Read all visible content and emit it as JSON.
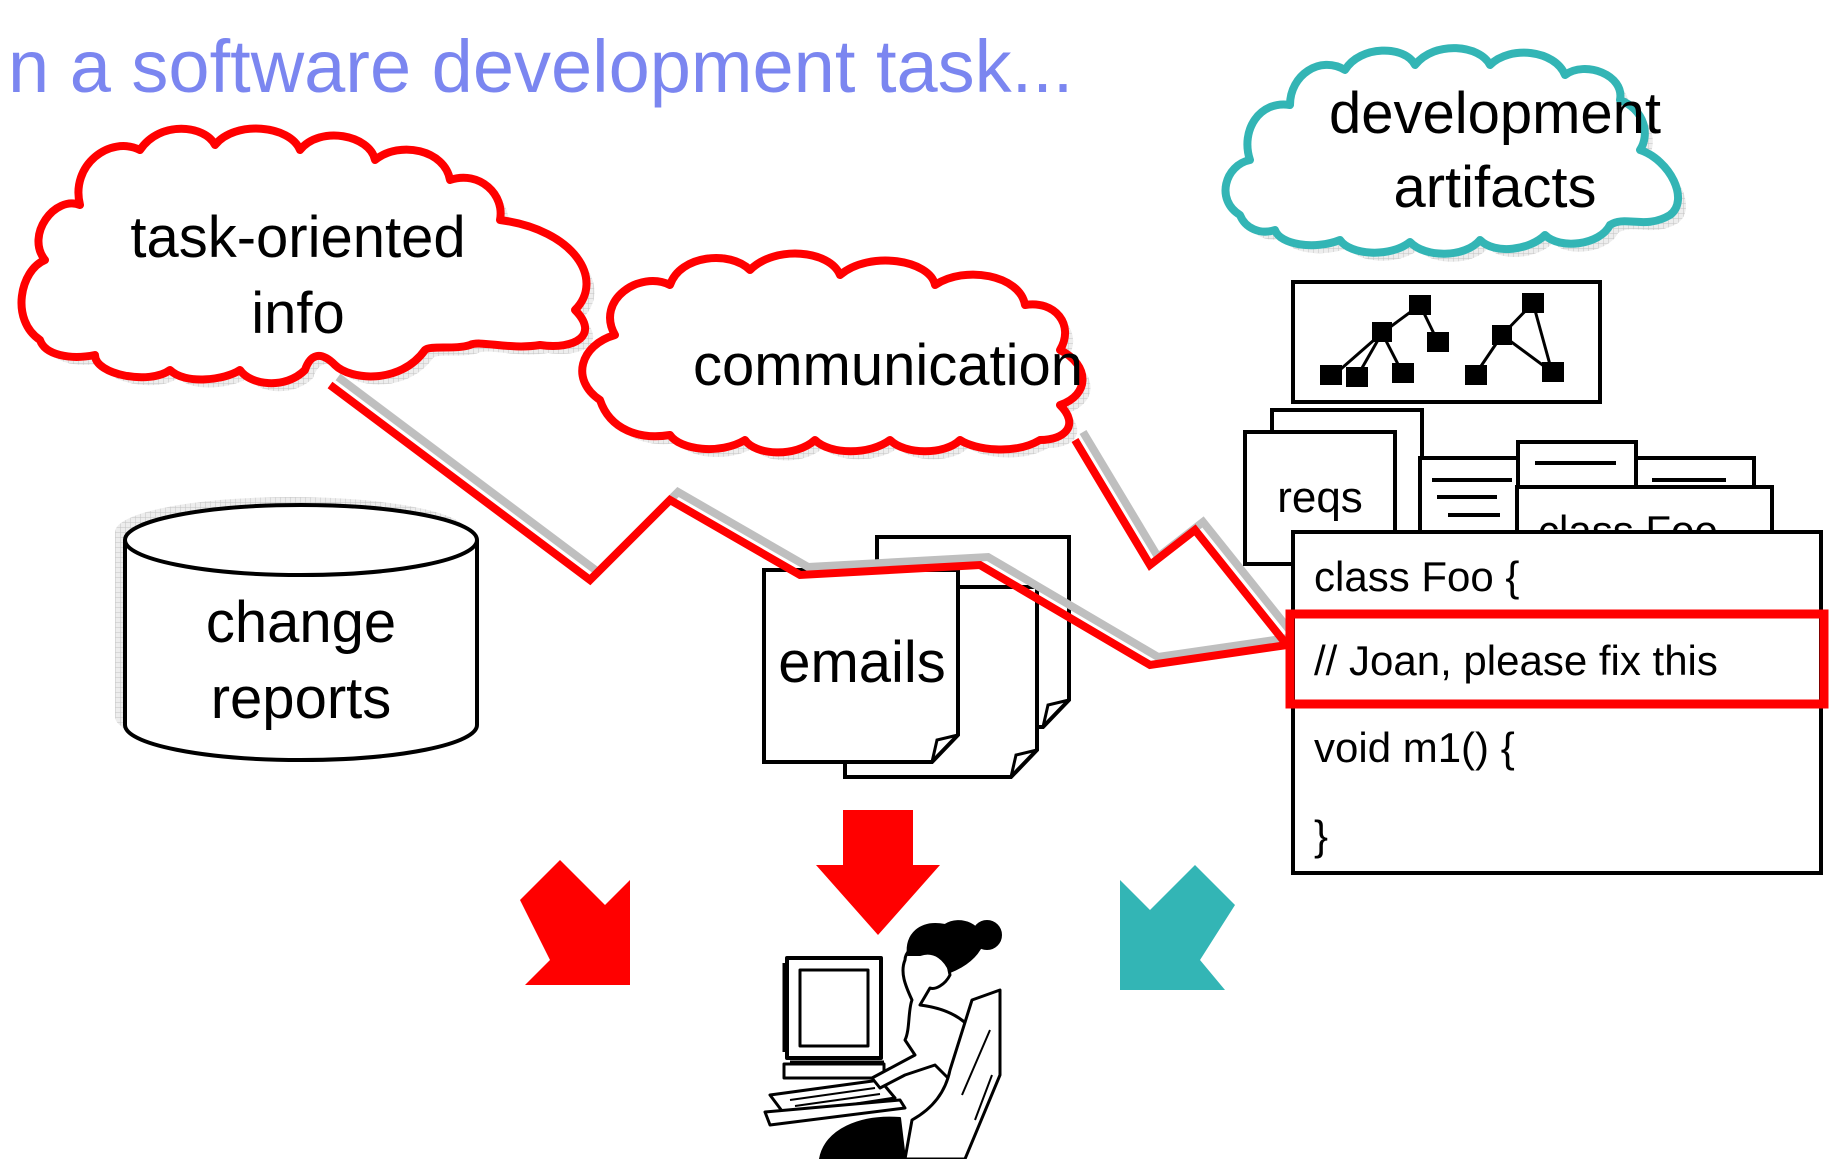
{
  "title": "n a software development task...",
  "clouds": {
    "task_info": [
      "task-oriented",
      "info"
    ],
    "communication": "communication",
    "dev_artifacts": [
      "development",
      "artifacts"
    ]
  },
  "change_reports": [
    "change",
    "reports"
  ],
  "emails": "emails",
  "reqs": "reqs",
  "class_foo_back": "class Foo",
  "code_lines": [
    "class Foo {",
    "// Joan, please fix this",
    "void m1() {",
    "}"
  ],
  "colors": {
    "title": "#7b86f0",
    "red": "#ff0000",
    "teal": "#33b5b5",
    "black": "#000000"
  }
}
